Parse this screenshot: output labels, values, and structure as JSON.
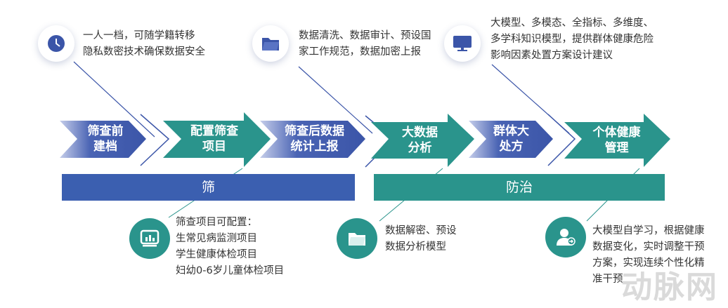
{
  "colors": {
    "blue": "#3b55a8",
    "teal": "#2a948c"
  },
  "steps": [
    {
      "label": "筛查前\n建档",
      "style": "blue"
    },
    {
      "label": "配置筛查\n项目",
      "style": "teal"
    },
    {
      "label": "筛查后数据\n统计上报",
      "style": "blue"
    },
    {
      "label": "大数据\n分析",
      "style": "teal"
    },
    {
      "label": "群体大\n处方",
      "style": "blue"
    },
    {
      "label": "个体健康\n管理",
      "style": "teal"
    }
  ],
  "phases": {
    "screen": "筛",
    "prevent": "防治"
  },
  "top_notes": [
    {
      "icon": "clock-icon",
      "text": "一人一档，可随学籍转移\n隐私数密技术确保数据安全"
    },
    {
      "icon": "folder-icon",
      "text": "数据清洗、数据审计、预设国\n家工作规范，数据加密上报"
    },
    {
      "icon": "monitor-icon",
      "text": "大模型、多模态、全指标、多维度、\n多学科知识模型，提供群体健康危险\n影响因素处置方案设计建议"
    }
  ],
  "bottom_notes": [
    {
      "icon": "chart-icon",
      "text": "筛查项目可配置：\n生常见病监测项目\n学生健康体检项目\n妇幼0-6岁儿童体检项目"
    },
    {
      "icon": "folder-icon",
      "text": "数据解密、预设\n数据分析模型"
    },
    {
      "icon": "user-icon",
      "text": "大模型自学习，根据健康\n数据变化，实时调整干预\n方案，实现连续个性化精\n准干预"
    }
  ],
  "watermark": "动脉网"
}
